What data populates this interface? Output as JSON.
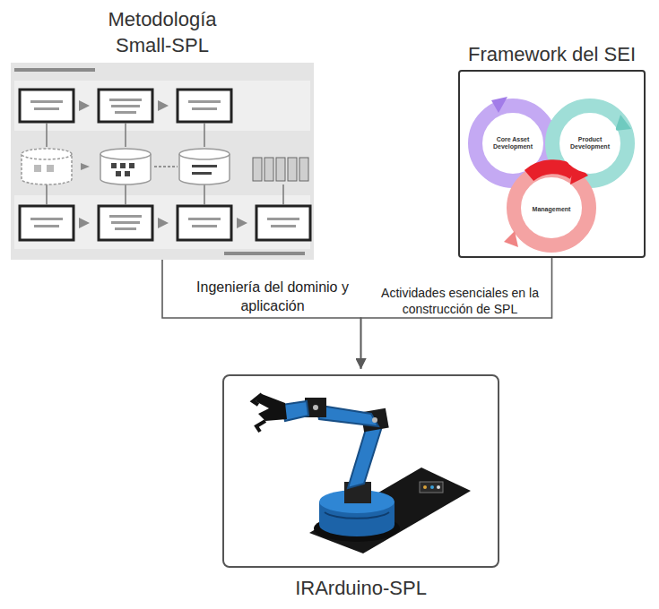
{
  "diagram": {
    "nodes": [
      {
        "text": [
          "Metodología Small-SPL"
        ]
      },
      {
        "text": [
          "Framework del SEI"
        ]
      },
      {
        "text": [
          "IRArduino-SPL"
        ]
      }
    ],
    "edges": [
      {
        "from": 0,
        "to": 2,
        "label": "Ingeniería del dominio y aplicación",
        "arrow": "to"
      },
      {
        "from": 1,
        "to": 2,
        "label": "Actividades esenciales en la construcción de SPL",
        "arrow": "to"
      }
    ],
    "labels": [
      "Core Asset Development",
      "Product Development",
      "Management"
    ]
  }
}
